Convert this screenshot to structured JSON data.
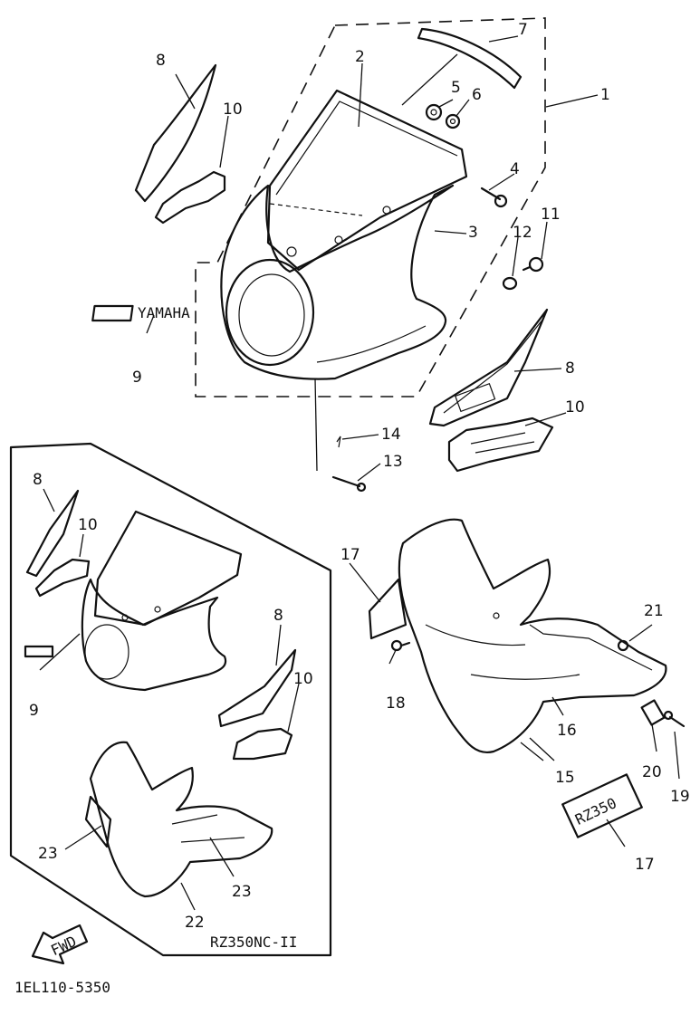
{
  "callouts": {
    "main_fairing": [
      "1",
      "2",
      "3",
      "4",
      "5",
      "6",
      "7",
      "8",
      "9",
      "10",
      "11",
      "12",
      "13",
      "14"
    ],
    "lower_cowl": [
      "15",
      "16",
      "17",
      "18",
      "19",
      "20",
      "21"
    ],
    "inset": [
      "8",
      "10",
      "9",
      "8",
      "10",
      "23",
      "23",
      "22"
    ],
    "decal_17": "17"
  },
  "labels": {
    "variant": "RZ350NC-II",
    "diagram_code": "1EL110-5350",
    "fwd": "FWD",
    "yamaha_decal": "YAMAHA",
    "rz_decal": "RZ350"
  }
}
